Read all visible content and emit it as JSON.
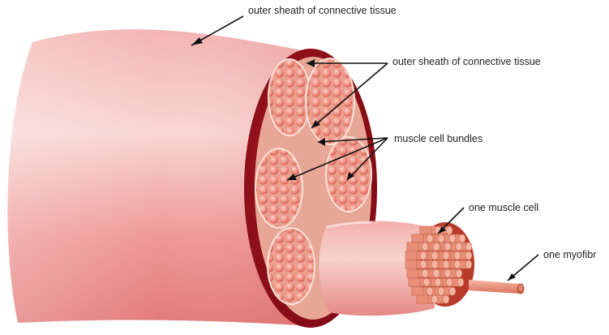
{
  "labels": {
    "top_sheath": "outer sheath of connective tissue",
    "inner_sheath": "outer sheath of connective tissue",
    "bundles": "muscle cell bundles",
    "muscle_cell": "one muscle cell",
    "myofibril": "one myofibr"
  },
  "colors": {
    "muscle_light": "#f6c4c4",
    "muscle_mid": "#ea7e7e",
    "muscle_dark": "#c63a3a",
    "sheath_red": "#a3121e",
    "cell_fill": "#f08c84",
    "fibril": "#f2a08c",
    "text": "#222222"
  }
}
